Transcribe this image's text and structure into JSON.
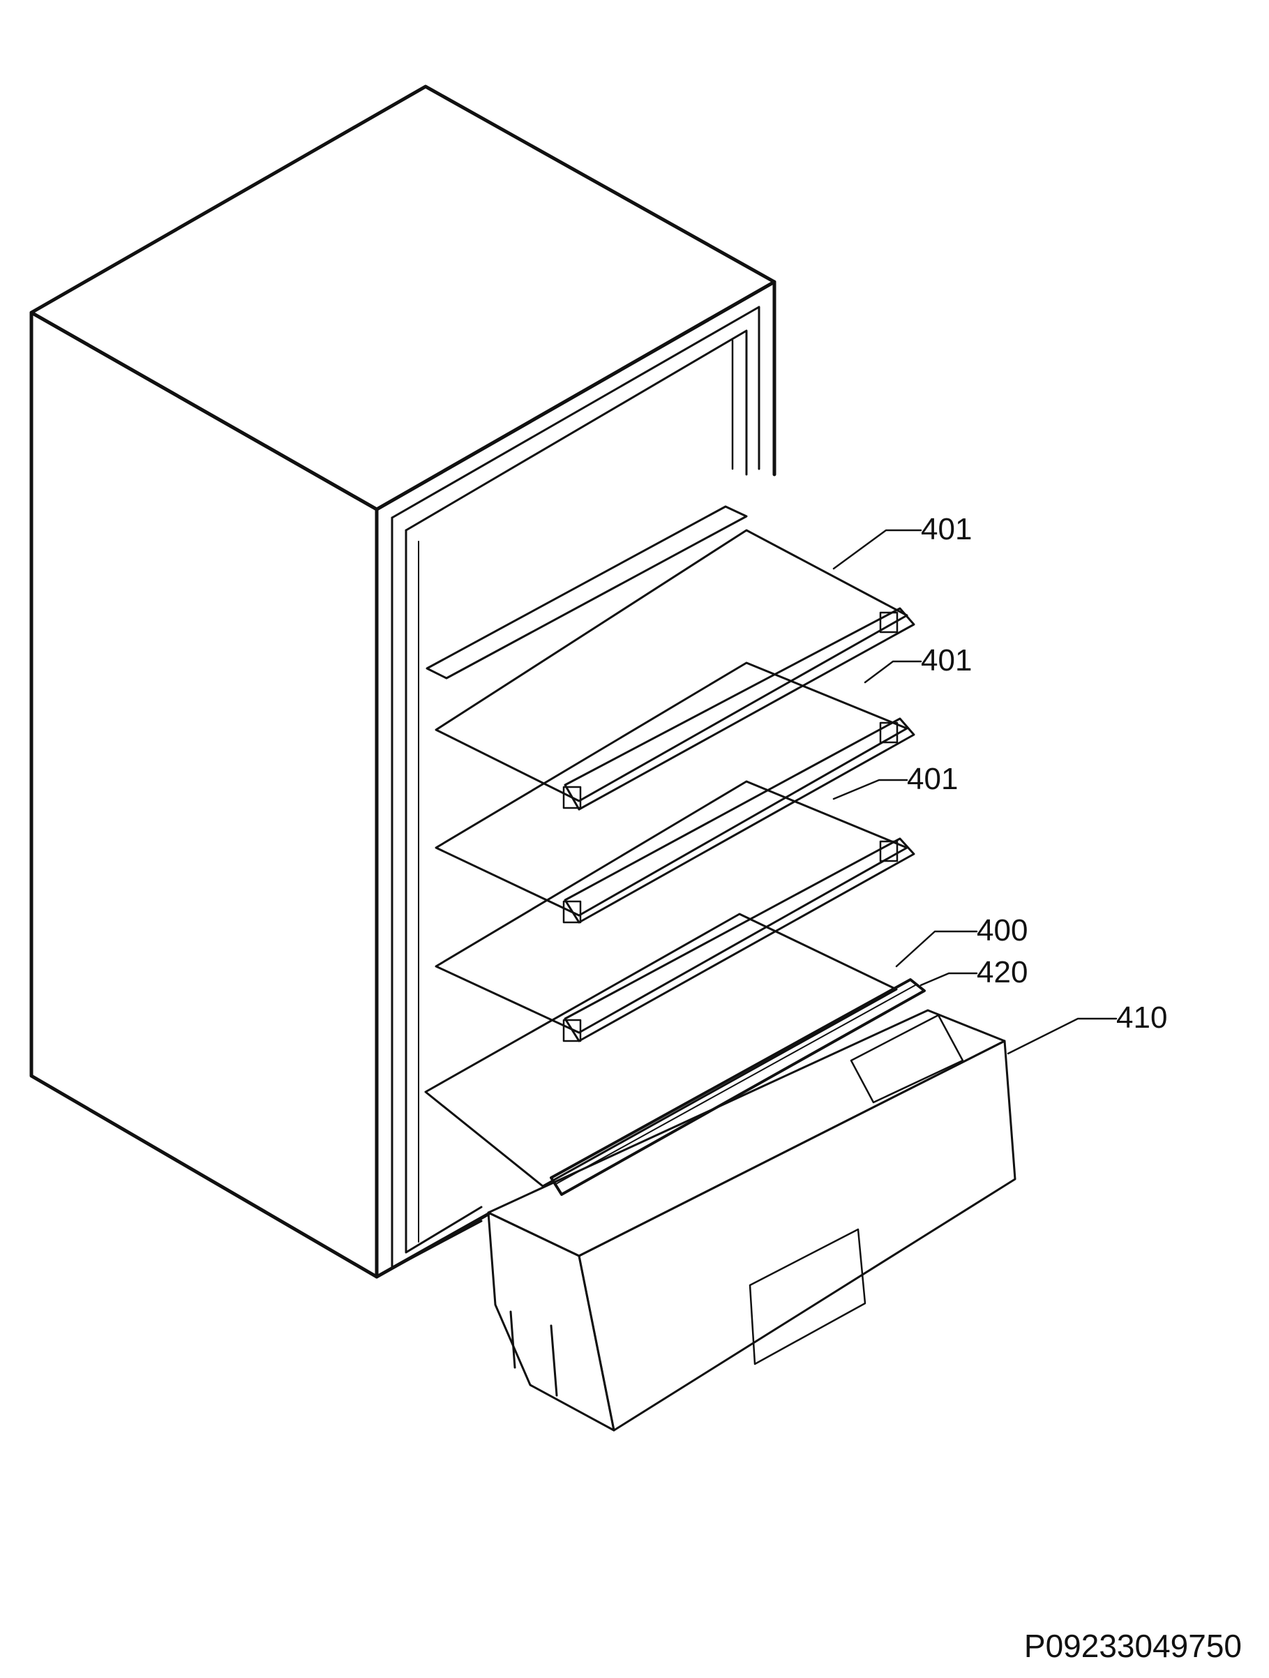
{
  "diagram": {
    "callouts": [
      {
        "id": "shelf-top",
        "label": "401"
      },
      {
        "id": "shelf-middle",
        "label": "401"
      },
      {
        "id": "shelf-lower",
        "label": "401"
      },
      {
        "id": "cover-plate",
        "label": "400"
      },
      {
        "id": "drawer-frame",
        "label": "420"
      },
      {
        "id": "crisper-drawer",
        "label": "410"
      }
    ],
    "document_code": "P09233049750"
  },
  "colors": {
    "line": "#111111",
    "background": "#ffffff",
    "fill_light": "#f3f3f3"
  }
}
